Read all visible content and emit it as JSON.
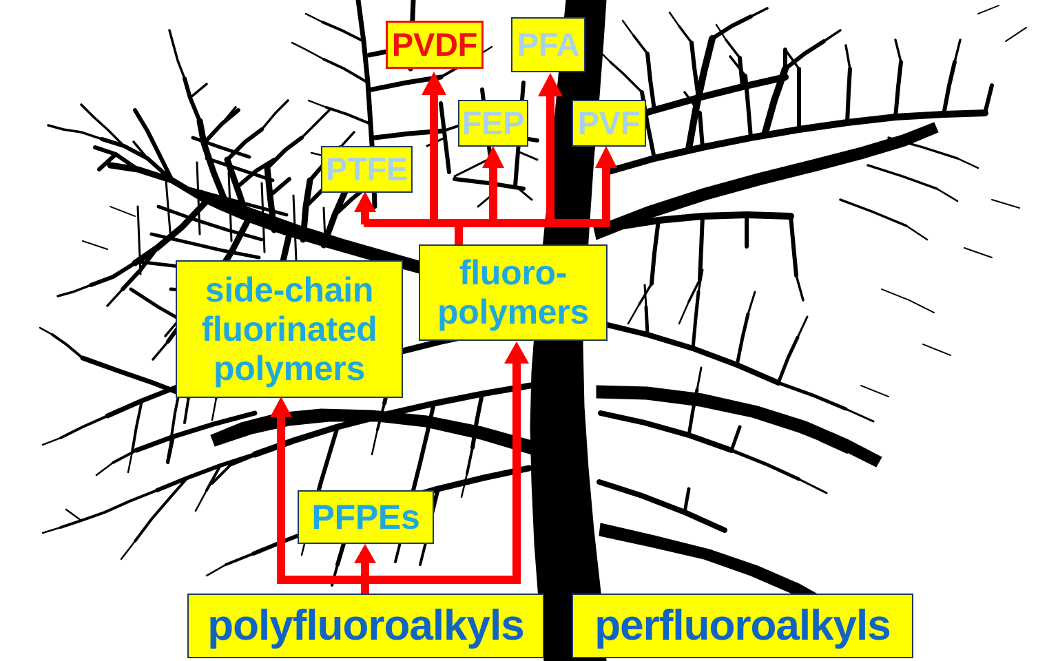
{
  "figure": {
    "title": "PFAS family tree",
    "background_image": "bare-tree-silhouette"
  },
  "colors": {
    "box_fill": "#ffff00",
    "box_border": "#1f3864",
    "leaf_text": "#a9d0ef",
    "highlight_text": "#ee1111",
    "highlight_border": "#ee1111",
    "group_text": "#1fa8e0",
    "root_text": "#1163c4",
    "arrow": "#ff0000",
    "tree": "#000000",
    "background": "#ffffff"
  },
  "nodes": {
    "pvdf": {
      "label": "PVDF"
    },
    "pfa": {
      "label": "PFA"
    },
    "fep": {
      "label": "FEP"
    },
    "pvf": {
      "label": "PVF"
    },
    "ptfe": {
      "label": "PTFE"
    },
    "side_chain": {
      "line1": "side-chain",
      "line2": "fluorinated",
      "line3": "polymers"
    },
    "fluoropolymers": {
      "line1": "fluoro-",
      "line2": "polymers"
    },
    "pfpes": {
      "label": "PFPEs"
    },
    "polyfluoroalkyls": {
      "label": "polyfluoroalkyls"
    },
    "perfluoroalkyls": {
      "label": "perfluoroalkyls"
    }
  },
  "connections": [
    {
      "from": "fluoropolymers",
      "to": "ptfe"
    },
    {
      "from": "fluoropolymers",
      "to": "pvdf"
    },
    {
      "from": "fluoropolymers",
      "to": "fep"
    },
    {
      "from": "fluoropolymers",
      "to": "pfa"
    },
    {
      "from": "fluoropolymers",
      "to": "pvf"
    },
    {
      "from": "polyfluoroalkyls",
      "to": "side_chain"
    },
    {
      "from": "polyfluoroalkyls",
      "to": "fluoropolymers"
    },
    {
      "from": "polyfluoroalkyls",
      "to": "pfpes"
    }
  ]
}
